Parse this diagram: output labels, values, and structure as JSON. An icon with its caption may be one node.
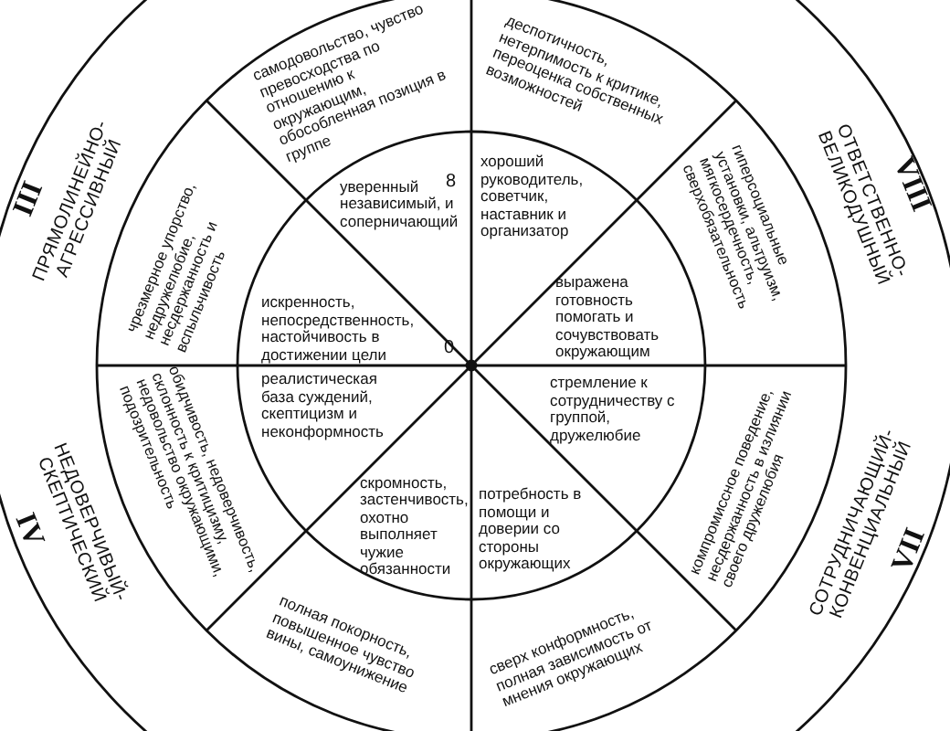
{
  "diagram": {
    "labels": [
      "самодовольство, чувство превосходства по отношению к окружающим, обособленная позиция в группе",
      "деспотичность, нетерпимость к критике, переоценка собственных возможностей",
      "III",
      "ПРЯМОЛИНЕЙНО-АГРЕССИВНЫЙ",
      "чрезмерное упорство, недружелюбие, несдержанность и вспыльчивость",
      "8",
      "уверенный независимый, и соперничающий",
      "хороший руководитель, советчик, наставник и организатор",
      "гиперсоциальные установки, альтруизм, мягкосердечность, сверхобязательность",
      "ОТВЕТСТВЕННО-ВЕЛИКОДУШНЫЙ",
      "VIII",
      "искренность, непосредственность, настойчивость в достижении цели",
      "выражена готовность помогать и сочувствовать окружающим",
      "0",
      "реалистическая база суждений, скептицизм и неконформность",
      "стремление к сотрудничеству с группой, дружелюбие",
      "обидчивость, недоверчивость, склонность к критицизму, недовольство окружающими, подозрительность",
      "компромиссное поведение, несдержанность в излиянии своего дружелюбия",
      "скромность, застенчивость, охотно выполняет чужие обязанности",
      "потребность в помощи и доверии со стороны окружающих",
      "IV",
      "НЕДОВЕРЧИВЫЙ-СКЕПТИЧЕСКИЙ",
      "СОТРУДНИЧАЮЩИЙ-КОНВЕНЦИАЛЬНЫЙ",
      "VII",
      "полная покорность, повышенное чувство вины, самоунижение",
      "сверх конформность, полная зависимость от мнения окружающих"
    ]
  }
}
